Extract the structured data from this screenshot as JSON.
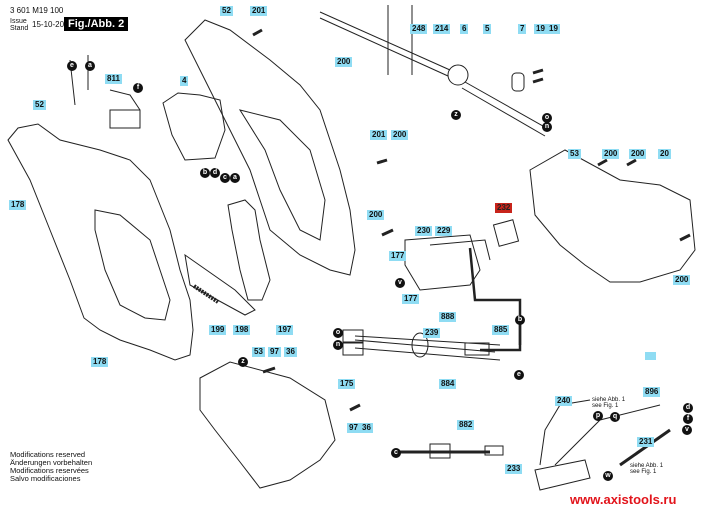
{
  "header": {
    "part_number": "3 601 M19 100",
    "issue_label": "Issue",
    "stand_label": "Stand",
    "date": "15-10-20",
    "figure_title": "Fig./Abb. 2"
  },
  "part_labels": [
    {
      "id": "52a",
      "text": "52"
    },
    {
      "id": "201a",
      "text": "201"
    },
    {
      "id": "248",
      "text": "248"
    },
    {
      "id": "214",
      "text": "214"
    },
    {
      "id": "6",
      "text": "6"
    },
    {
      "id": "5",
      "text": "5"
    },
    {
      "id": "7",
      "text": "7"
    },
    {
      "id": "19a",
      "text": "19"
    },
    {
      "id": "19b",
      "text": "19"
    },
    {
      "id": "811",
      "text": "811"
    },
    {
      "id": "4",
      "text": "4"
    },
    {
      "id": "52b",
      "text": "52"
    },
    {
      "id": "200a",
      "text": "200"
    },
    {
      "id": "178a",
      "text": "178"
    },
    {
      "id": "201b",
      "text": "201"
    },
    {
      "id": "200b",
      "text": "200"
    },
    {
      "id": "53a",
      "text": "53"
    },
    {
      "id": "200c",
      "text": "200"
    },
    {
      "id": "200d",
      "text": "200"
    },
    {
      "id": "20",
      "text": "20"
    },
    {
      "id": "200e",
      "text": "200"
    },
    {
      "id": "232",
      "text": "232",
      "highlight": true
    },
    {
      "id": "230",
      "text": "230"
    },
    {
      "id": "229",
      "text": "229"
    },
    {
      "id": "177a",
      "text": "177"
    },
    {
      "id": "177b",
      "text": "177"
    },
    {
      "id": "200f",
      "text": "200"
    },
    {
      "id": "199",
      "text": "199"
    },
    {
      "id": "198",
      "text": "198"
    },
    {
      "id": "197",
      "text": "197"
    },
    {
      "id": "888",
      "text": "888"
    },
    {
      "id": "239",
      "text": "239"
    },
    {
      "id": "885",
      "text": "885"
    },
    {
      "id": "884",
      "text": "884"
    },
    {
      "id": "178b",
      "text": "178"
    },
    {
      "id": "53b",
      "text": "53"
    },
    {
      "id": "97a",
      "text": "97"
    },
    {
      "id": "36a",
      "text": "36"
    },
    {
      "id": "175",
      "text": "175"
    },
    {
      "id": "97b",
      "text": "97"
    },
    {
      "id": "36b",
      "text": "36"
    },
    {
      "id": "882",
      "text": "882"
    },
    {
      "id": "240",
      "text": "240"
    },
    {
      "id": "896",
      "text": "896"
    },
    {
      "id": "231",
      "text": "231"
    },
    {
      "id": "233",
      "text": "233"
    }
  ],
  "connector_markers": [
    {
      "id": "e1",
      "text": "e"
    },
    {
      "id": "a1",
      "text": "a"
    },
    {
      "id": "f1",
      "text": "f"
    },
    {
      "id": "b1",
      "text": "b"
    },
    {
      "id": "d1",
      "text": "d"
    },
    {
      "id": "c1",
      "text": "c"
    },
    {
      "id": "a2",
      "text": "a"
    },
    {
      "id": "z1",
      "text": "z"
    },
    {
      "id": "o1",
      "text": "o"
    },
    {
      "id": "n1",
      "text": "n"
    },
    {
      "id": "v1",
      "text": "v"
    },
    {
      "id": "o2",
      "text": "o"
    },
    {
      "id": "n2",
      "text": "n"
    },
    {
      "id": "b2",
      "text": "b"
    },
    {
      "id": "e2",
      "text": "e"
    },
    {
      "id": "z2",
      "text": "z"
    },
    {
      "id": "c2",
      "text": "c"
    },
    {
      "id": "p1",
      "text": "p"
    },
    {
      "id": "q1",
      "text": "q"
    },
    {
      "id": "d2",
      "text": "d"
    },
    {
      "id": "f2",
      "text": "f"
    },
    {
      "id": "v2",
      "text": "v"
    },
    {
      "id": "w1",
      "text": "w"
    }
  ],
  "notes": {
    "see_fig_1a": "siehe Abb. 1",
    "see_fig_1b": "see Fig. 1"
  },
  "footer": {
    "lines": [
      "Modifications reserved",
      "Änderungen vorbehalten",
      "Modifications reservées",
      "Salvo modificaciones"
    ],
    "url": "www.axistools.ru"
  },
  "colors": {
    "label_bg": "#8fdcf3",
    "label_highlight_bg": "#c8241b",
    "url_color": "#e2141b"
  }
}
